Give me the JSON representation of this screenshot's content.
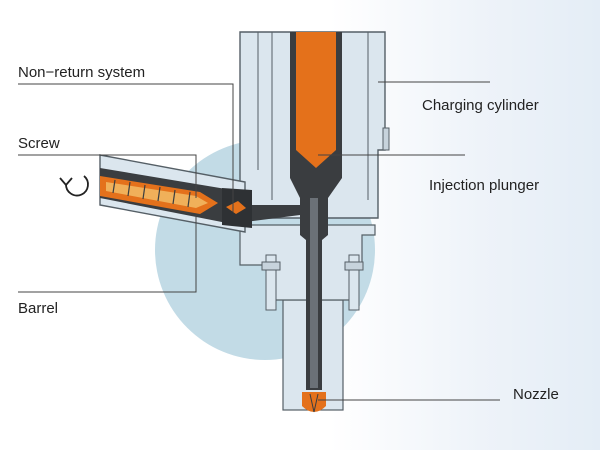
{
  "colors": {
    "background_circle": "#c2dbe6",
    "steel": "#dbe6ee",
    "steel_outline": "#555f66",
    "melt_orange": "#e4711b",
    "screw_core": "#f0b05a",
    "plunger_dark": "#3a3d40",
    "leader_line": "#444444"
  },
  "icons": {
    "rotation": "rotation-arrow-icon"
  },
  "labels": {
    "non_return_system": "Non−return system",
    "screw": "Screw",
    "barrel": "Barrel",
    "charging_cylinder": "Charging cylinder",
    "injection_plunger": "Injection plunger",
    "nozzle": "Nozzle"
  }
}
